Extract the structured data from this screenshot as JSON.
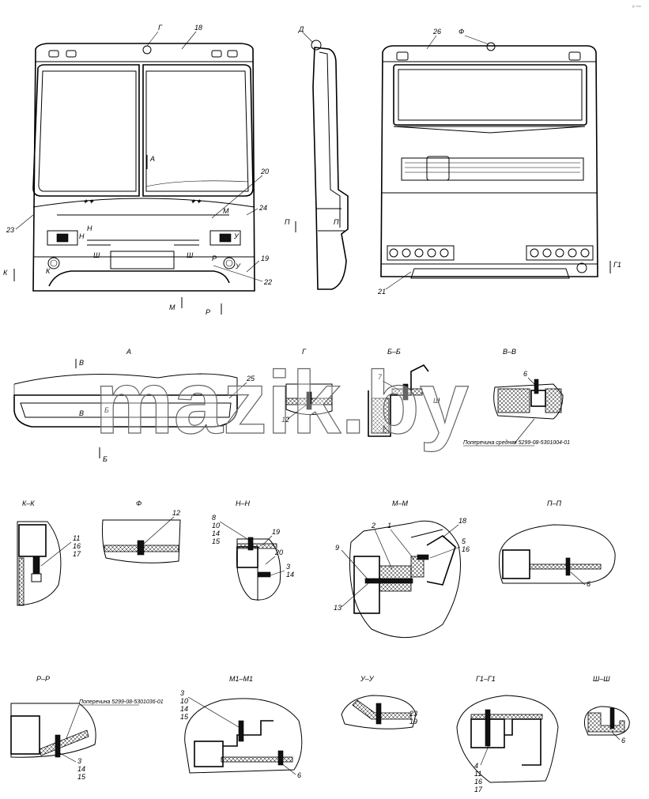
{
  "watermark": "mazik.by",
  "corner_mark": "ℓᵒ ᵗᵐᵖ",
  "labels": {
    "view_G": "Г",
    "view_D": "Д",
    "view_F": "Ф",
    "view_A": "А",
    "view_K": "К",
    "view_P": "П",
    "view_M": "М",
    "view_R": "Р",
    "view_U": "У",
    "view_N": "Н",
    "view_M1": "М1",
    "view_Sh": "Ш",
    "view_B": "Б",
    "view_V": "В",
    "view_G1": "Г1",
    "n18": "18",
    "n20": "20",
    "n23": "23",
    "n24": "24",
    "n19": "19",
    "n22": "22",
    "n26": "26",
    "n21": "21",
    "n25": "25",
    "n12": "12",
    "n7": "7",
    "n6": "6",
    "n11": "11",
    "n16": "16",
    "n17": "17",
    "n8": "8",
    "n10": "10",
    "n14": "14",
    "n15": "15",
    "n3": "3",
    "n2": "2",
    "n1": "1",
    "n5": "5",
    "n9": "9",
    "n13": "13",
    "n4": "4"
  },
  "sections": {
    "A": "А",
    "G": "Г",
    "BB": "Б–Б",
    "VV": "В–В",
    "KK": "К–К",
    "F": "Ф",
    "NN": "Н–Н",
    "MM": "М–М",
    "PP": "П–П",
    "RR": "Р–Р",
    "M1M1": "М1–М1",
    "UU": "У–У",
    "G1G1": "Г1–Г1",
    "ShSh": "Ш–Ш"
  },
  "notes": {
    "vv_note": "Поперечина средняя 5299-08-5301004-01",
    "rr_note": "Поперечина 5299-08-5301036-01"
  }
}
